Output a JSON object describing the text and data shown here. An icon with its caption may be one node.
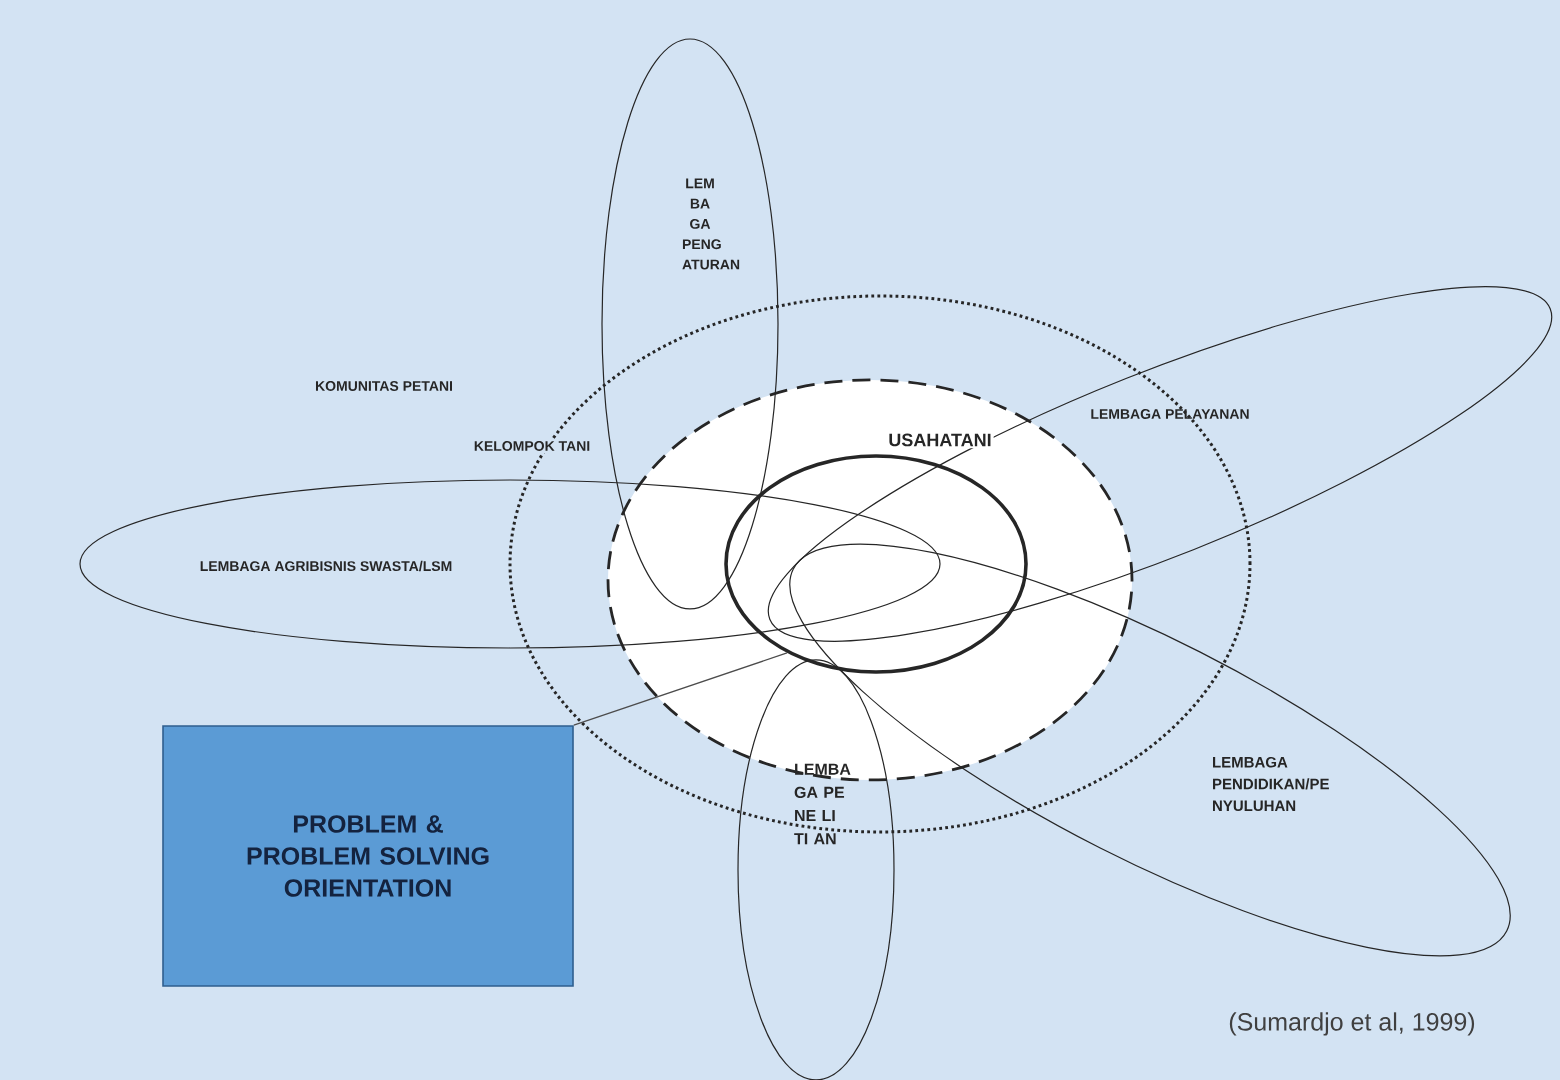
{
  "diagram": {
    "nodes": [
      {
        "text": [
          "KOMUNITAS PETANI"
        ]
      },
      {
        "text": [
          "KELOMPOK TANI"
        ],
        "in": 0
      },
      {
        "text": [
          "USAHATANI"
        ],
        "in": 1
      },
      {
        "text": [
          "LEM BA GA PENG ATURAN"
        ]
      },
      {
        "text": [
          "LEMBAGA PELAYANAN"
        ]
      },
      {
        "text": [
          "LEMBAGA AGRIBISNIS SWASTA/LSM"
        ]
      },
      {
        "text": [
          "LEMBAGA PENDIDIKAN/PE NYULUHAN"
        ]
      },
      {
        "text": [
          "LEMBA GA PE NE LI TI AN"
        ]
      },
      {
        "text": [
          "PROBLEM & PROBLEM SOLVING ORIENTATION"
        ]
      }
    ],
    "edges": [
      {
        "from": 8,
        "to": 2,
        "arrow": "none"
      }
    ],
    "labels": [
      "(Sumardjo et al, 1999)"
    ]
  }
}
